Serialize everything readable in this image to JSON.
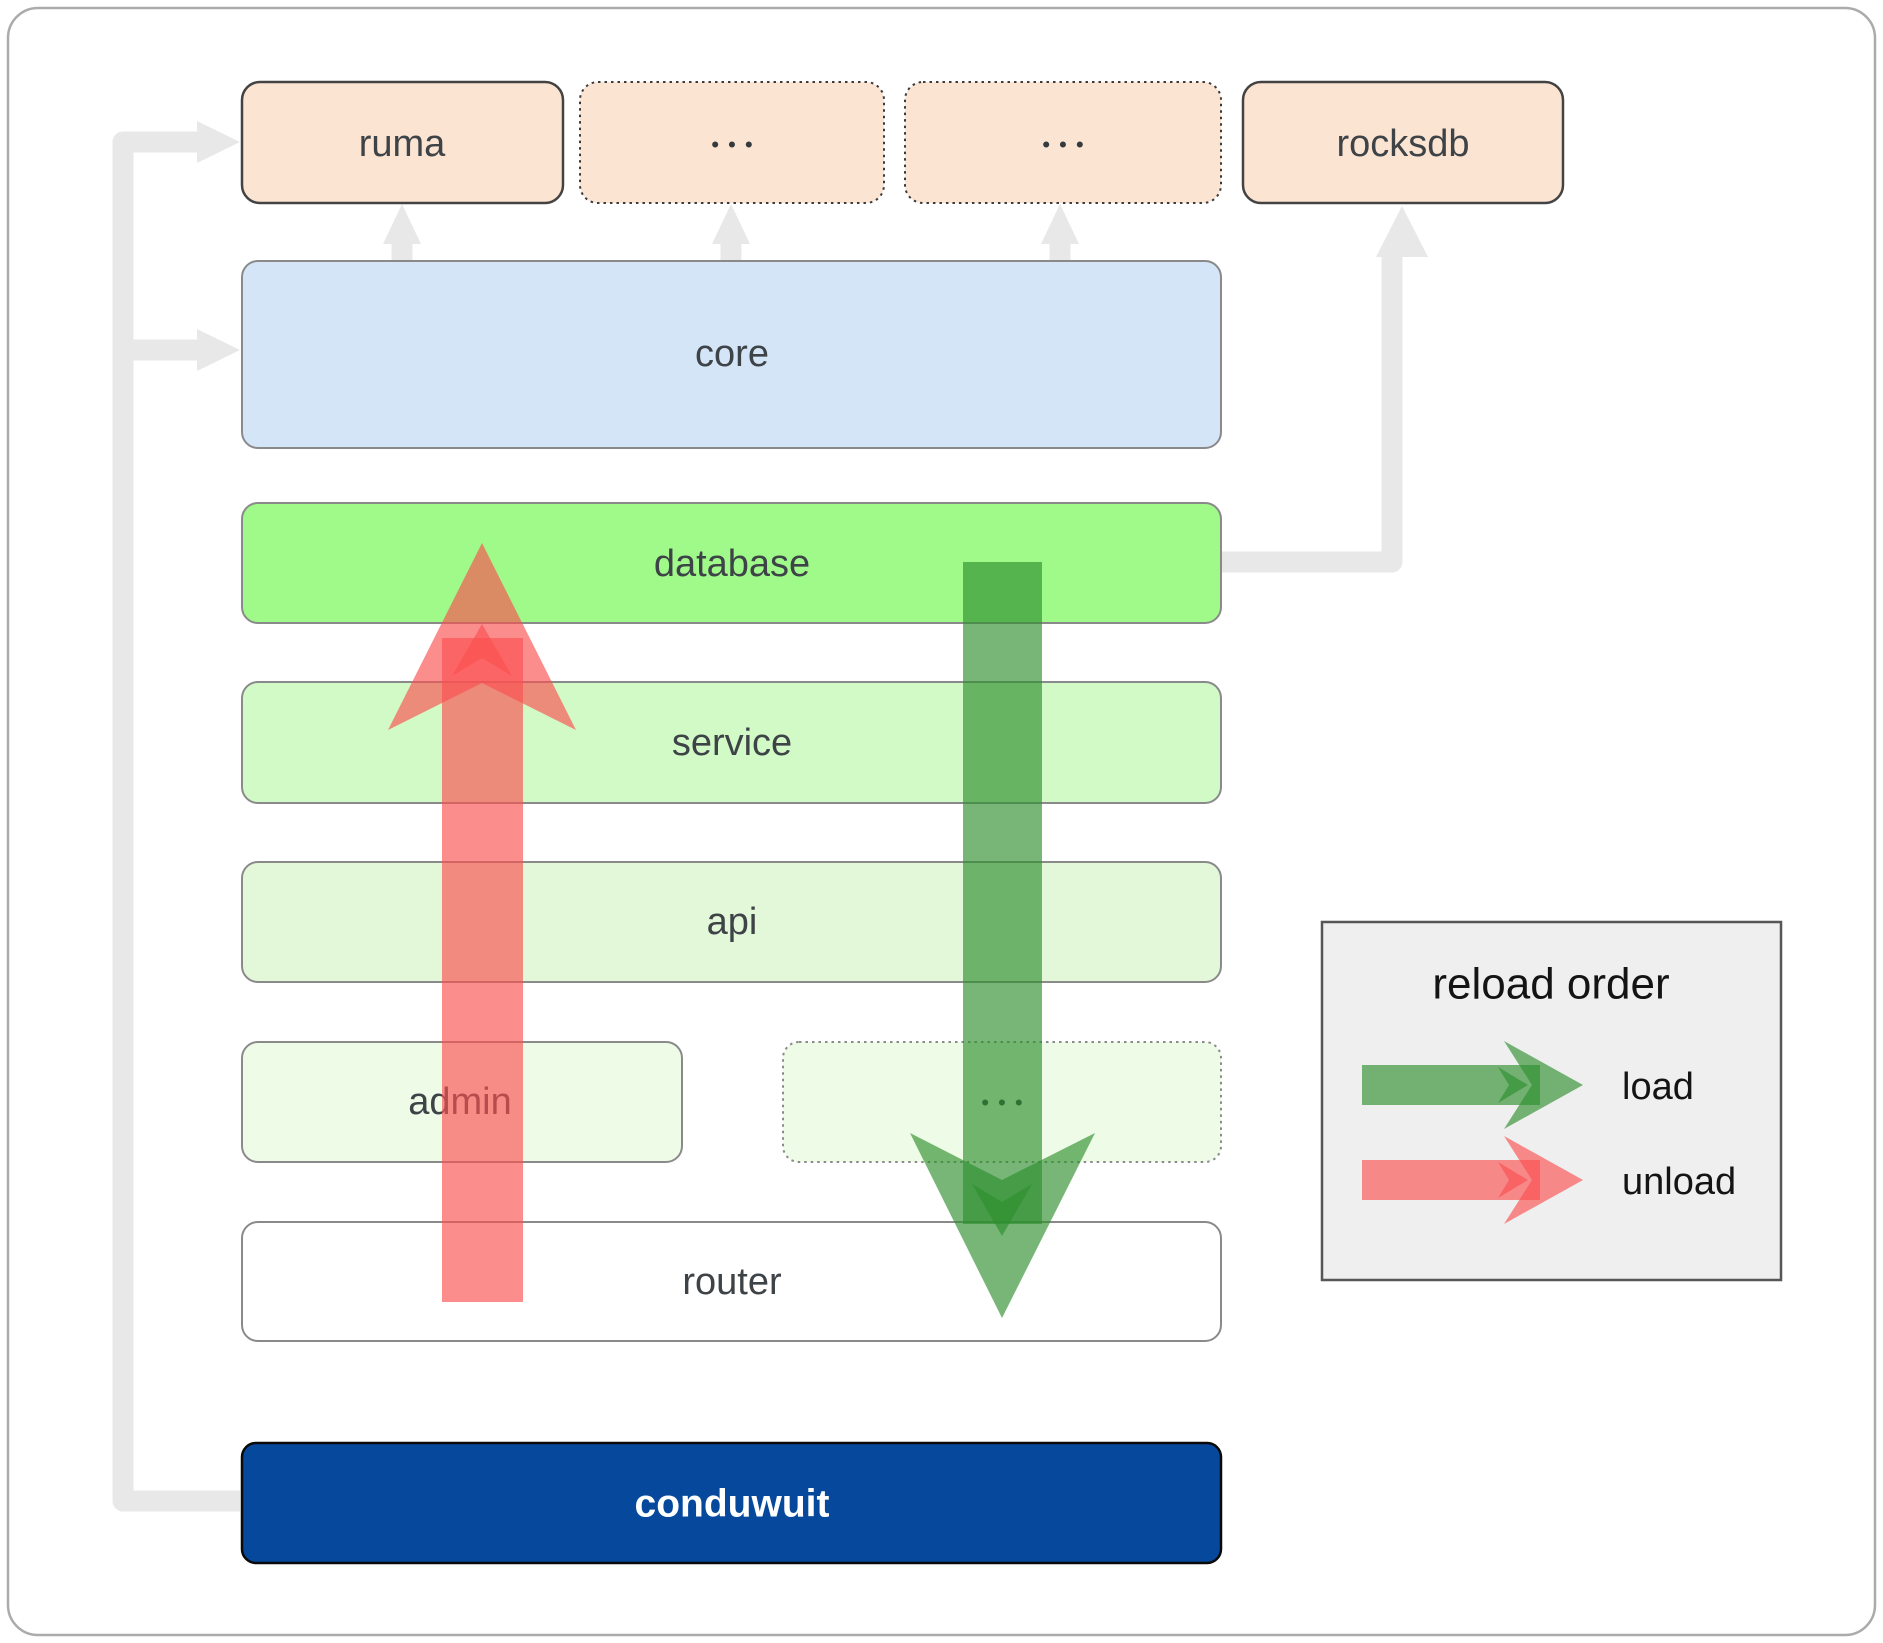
{
  "diagram": {
    "external_row": [
      {
        "label": "ruma",
        "border": "solid",
        "fill": "#fce4d3"
      },
      {
        "label": "•••",
        "border": "dotted",
        "fill": "#fce4d3"
      },
      {
        "label": "•••",
        "border": "dotted",
        "fill": "#fce4d3"
      },
      {
        "label": "rocksdb",
        "border": "solid",
        "fill": "#fce4d3"
      }
    ],
    "layers": [
      {
        "label": "core",
        "fill": "#d3e5f7"
      },
      {
        "label": "database",
        "fill": "#a0fa8a"
      },
      {
        "label": "service",
        "fill": "#d2fac6"
      },
      {
        "label": "api",
        "fill": "#e3f7d9"
      },
      {
        "label": "admin",
        "fill": "#edfbe7"
      },
      {
        "label": "•••",
        "fill": "#edfbe7"
      },
      {
        "label": "router",
        "fill": "#ffffff"
      },
      {
        "label": "conduwuit",
        "fill": "#06499c"
      }
    ],
    "flow_arrows": {
      "load_fill": "#2e8f2e",
      "unload_fill": "#fa5050",
      "connector_fill": "#e8e8e8"
    }
  },
  "legend": {
    "title": "reload order",
    "items": [
      {
        "label": "load",
        "fill": "#2e8f2e"
      },
      {
        "label": "unload",
        "fill": "#fa5050"
      }
    ]
  }
}
